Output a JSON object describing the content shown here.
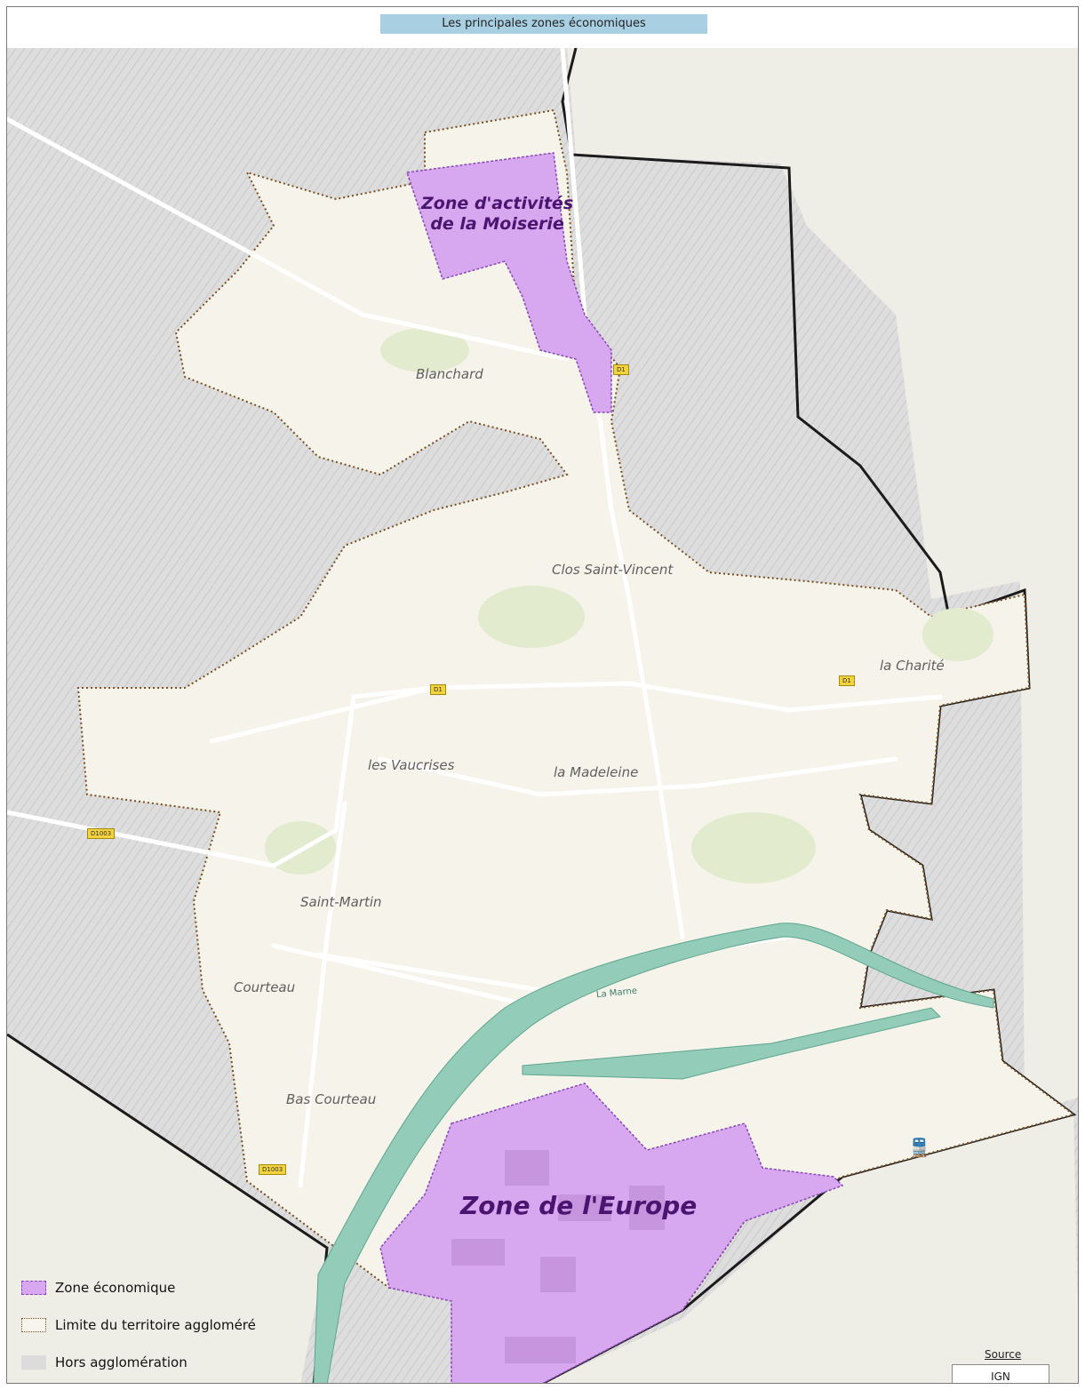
{
  "title": "Les principales zones économiques",
  "zones": [
    {
      "id": "moiserie",
      "label_line1": "Zone d'activités",
      "label_line2": "de la Moiserie"
    },
    {
      "id": "europe",
      "label": "Zone de l'Europe"
    }
  ],
  "places": {
    "blanchard": "Blanchard",
    "clos_saint_vincent": "Clos Saint-Vincent",
    "la_charite": "la Charité",
    "les_vaucrises": "les Vaucrises",
    "la_madeleine": "la Madeleine",
    "saint_martin": "Saint-Martin",
    "courteau": "Courteau",
    "bas_courteau": "Bas Courteau"
  },
  "roads": {
    "d1_a": "D1",
    "d1_b": "D1",
    "d1_c": "D1",
    "d1003_a": "D1003",
    "d1003_b": "D1003"
  },
  "river": "La Marne",
  "legend": {
    "zone": "Zone économique",
    "limit": "Limite du territoire aggloméré",
    "hors": "Hors agglomération"
  },
  "source": {
    "title": "Source",
    "value": "IGN"
  },
  "colors": {
    "zone_fill": "#d7a7ef",
    "zone_border": "#8a45b8",
    "limit_border": "#7a4e1e",
    "hors_fill": "#dcdcdc",
    "river": "#93ccb8",
    "title_bar": "#a9cfe3"
  },
  "icons": {
    "train": "train-station-icon"
  }
}
